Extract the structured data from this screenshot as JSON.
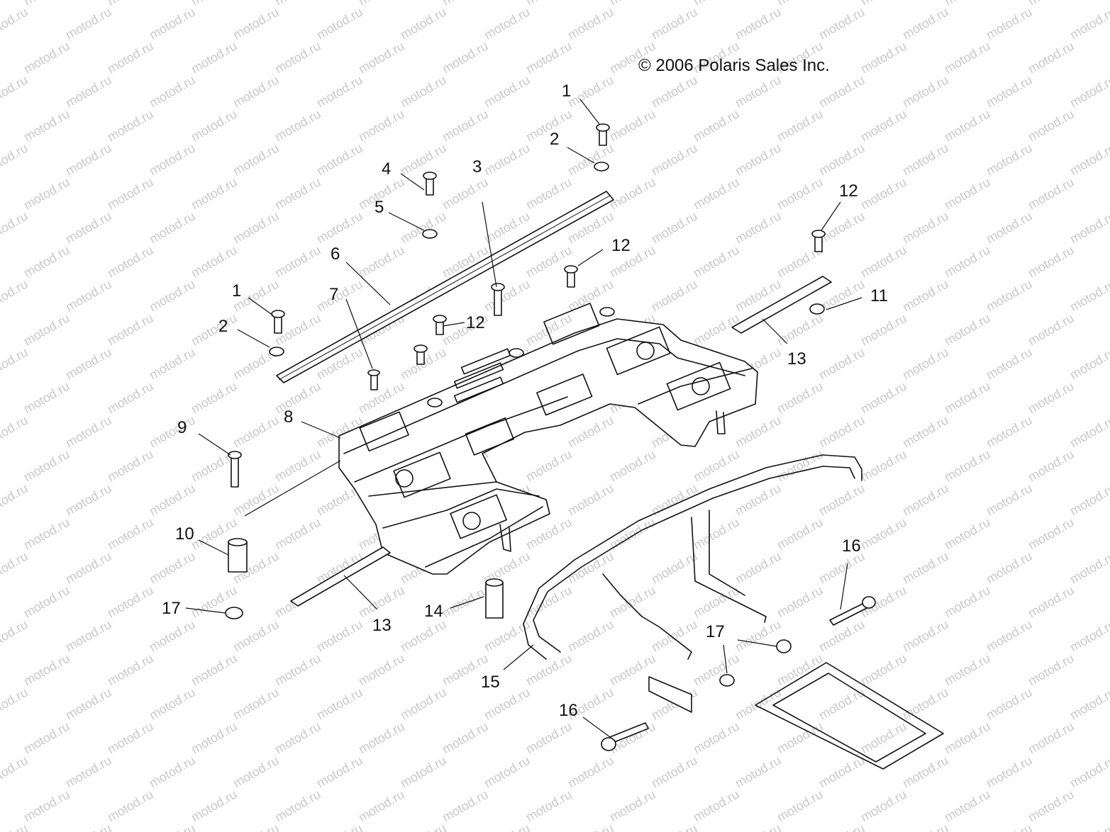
{
  "copyright": "© 2006 Polaris Sales Inc.",
  "watermark": "motod.ru",
  "callouts": [
    {
      "id": "c1a",
      "label": "1"
    },
    {
      "id": "c2a",
      "label": "2"
    },
    {
      "id": "c4",
      "label": "4"
    },
    {
      "id": "c3",
      "label": "3"
    },
    {
      "id": "c5",
      "label": "5"
    },
    {
      "id": "c12a",
      "label": "12"
    },
    {
      "id": "c12b",
      "label": "12"
    },
    {
      "id": "c6",
      "label": "6"
    },
    {
      "id": "c1b",
      "label": "1"
    },
    {
      "id": "c7",
      "label": "7"
    },
    {
      "id": "c12c",
      "label": "12"
    },
    {
      "id": "c2b",
      "label": "2"
    },
    {
      "id": "c11",
      "label": "11"
    },
    {
      "id": "c13a",
      "label": "13"
    },
    {
      "id": "c8",
      "label": "8"
    },
    {
      "id": "c9",
      "label": "9"
    },
    {
      "id": "c10",
      "label": "10"
    },
    {
      "id": "c16a",
      "label": "16"
    },
    {
      "id": "c17a",
      "label": "17"
    },
    {
      "id": "c13b",
      "label": "13"
    },
    {
      "id": "c14",
      "label": "14"
    },
    {
      "id": "c17b",
      "label": "17"
    },
    {
      "id": "c15",
      "label": "15"
    },
    {
      "id": "c16b",
      "label": "16"
    }
  ]
}
